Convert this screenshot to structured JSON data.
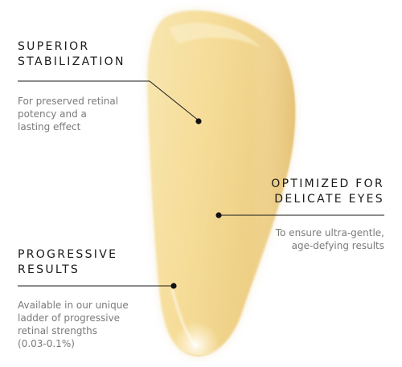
{
  "features": [
    {
      "title_lines": [
        "SUPERIOR",
        "STABILIZATION"
      ],
      "desc_lines": [
        "For preserved retinal",
        "potency and a",
        "lasting effect"
      ]
    },
    {
      "title_lines": [
        "OPTIMIZED FOR",
        "DELICATE EYES"
      ],
      "desc_lines": [
        "To ensure ultra-gentle,",
        "age-defying results"
      ]
    },
    {
      "title_lines": [
        "PROGRESSIVE",
        "RESULTS"
      ],
      "desc_lines": [
        "Available in our unique",
        "ladder of progressive",
        "retinal strengths",
        "(0.03-0.1%)"
      ]
    }
  ],
  "colors": {
    "cream_light": "#f9e9b9",
    "cream_mid": "#f3d98f",
    "cream_shadow": "#e9c779",
    "leader_line": "#1a1a1a",
    "heading_text": "#1a1a1a",
    "desc_text": "#7a7a7a"
  }
}
